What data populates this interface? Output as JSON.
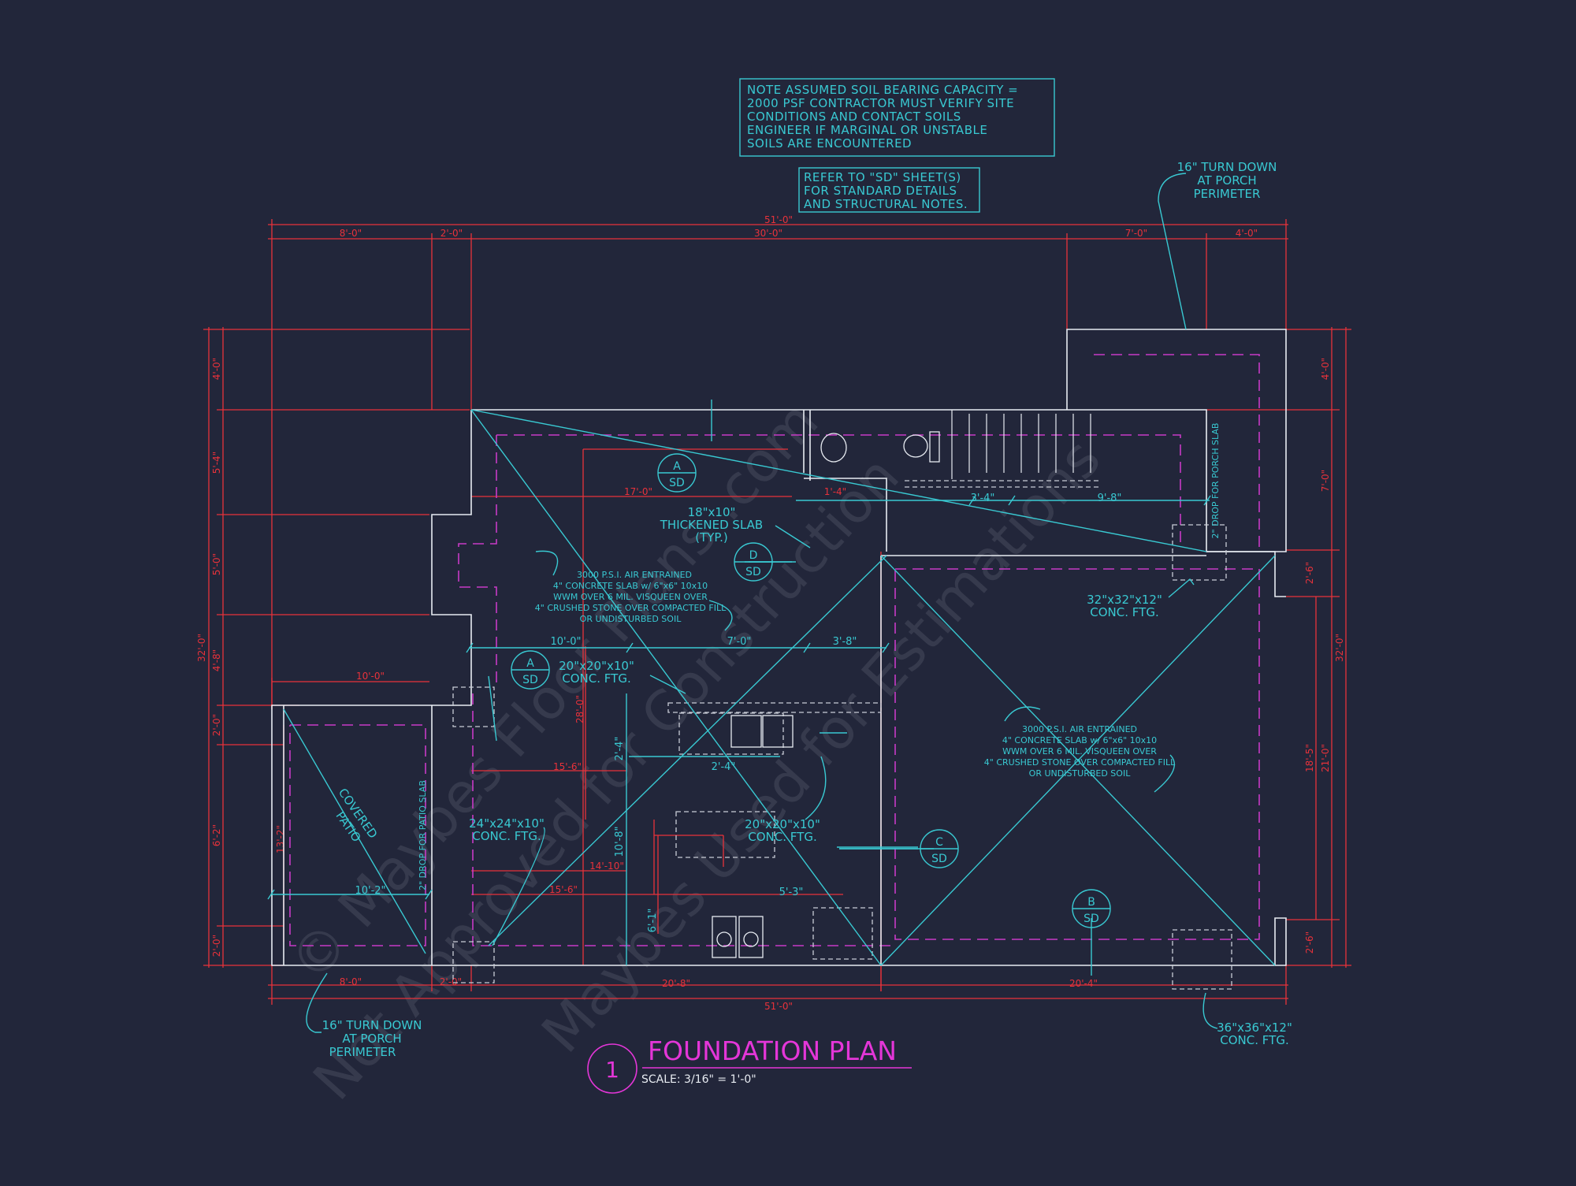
{
  "notes": {
    "soil": [
      "NOTE ASSUMED SOIL BEARING CAPACITY =",
      "2000 PSF CONTRACTOR MUST VERIFY SITE",
      "CONDITIONS AND CONTACT SOILS",
      "ENGINEER IF MARGINAL OR UNSTABLE",
      "SOILS ARE ENCOUNTERED"
    ],
    "refer": [
      "REFER TO \"SD\" SHEET(S)",
      "FOR STANDARD DETAILS",
      "AND STRUCTURAL NOTES."
    ]
  },
  "callouts": {
    "turn_down_top": [
      "16\" TURN DOWN",
      "AT PORCH",
      "PERIMETER"
    ],
    "turn_down_bottom": [
      "16\" TURN DOWN",
      "AT PORCH",
      "PERIMETER"
    ],
    "thickened_slab": [
      "18\"x10\"",
      "THICKENED SLAB",
      "(TYP.)"
    ],
    "slab_left": [
      "3000 P.S.I. AIR ENTRAINED",
      "4\" CONCRETE SLAB w/ 6\"x6\" 10x10",
      "WWM OVER 6 MIL. VISQUEEN OVER",
      "4\" CRUSHED STONE OVER COMPACTED FILL",
      "OR UNDISTURBED SOIL"
    ],
    "slab_right": [
      "3000 P.S.I. AIR ENTRAINED",
      "4\" CONCRETE SLAB w/ 6\"x6\" 10x10",
      "WWM OVER 6 MIL. VISQUEEN OVER",
      "4\" CRUSHED STONE OVER COMPACTED FILL",
      "OR UNDISTURBED SOIL"
    ],
    "ftg_32": [
      "32\"x32\"x12\"",
      "CONC. FTG."
    ],
    "ftg_20a": [
      "20\"x20\"x10\"",
      "CONC. FTG."
    ],
    "ftg_24": [
      "24\"x24\"x10\"",
      "CONC. FTG."
    ],
    "ftg_20b": [
      "20\"x20\"x10\"",
      "CONC. FTG."
    ],
    "ftg_36": [
      "36\"x36\"x12\"",
      "CONC. FTG."
    ],
    "drop_porch": "2\" DROP FOR PORCH SLAB",
    "drop_patio": "2\" DROP FOR PATIO SLAB",
    "covered_patio": [
      "COVERED",
      "PATIO"
    ]
  },
  "tags": [
    {
      "letter": "A",
      "sheet": "SD"
    },
    {
      "letter": "D",
      "sheet": "SD"
    },
    {
      "letter": "A",
      "sheet": "SD"
    },
    {
      "letter": "C",
      "sheet": "SD"
    },
    {
      "letter": "B",
      "sheet": "SD"
    }
  ],
  "dims": {
    "overall_top": "51'-0\"",
    "top_segments": [
      "8'-0\"",
      "2'-0\"",
      "30'-0\"",
      "7'-0\"",
      "4'-0\""
    ],
    "overall_bottom": "51'-0\"",
    "bottom_segments": [
      "8'-0\"",
      "2'-0\"",
      "20'-8\"",
      "20'-4\""
    ],
    "left_overall": "32'-0\"",
    "left_segments": [
      "4'-0\"",
      "5'-4\"",
      "5'-0\"",
      "4'-8\"",
      "2'-0\"",
      "6'-2\"",
      "2'-0\""
    ],
    "right_overall": "32'-0\"",
    "right_segments": [
      "4'-0\"",
      "7'-0\"",
      "2'-6\"",
      "18'-5\"",
      "2'-6\""
    ],
    "right_sub": "21'-0\"",
    "interior": {
      "d_17": "17'-0\"",
      "d_34": "3'-4\"",
      "d_98": "9'-8\"",
      "d_100": "10'-0\"",
      "d_7": "7'-0\"",
      "d_38": "3'-8\"",
      "d_10left": "10'-0\"",
      "d_28": "28'-0\"",
      "d_24": "2'-4\"",
      "d_156": "15'-6\"",
      "d_214": "2'-4\"",
      "d_108": "10'-8\"",
      "d_1410": "14'-10\"",
      "d_156b": "15'-6\"",
      "d_53": "5'-3\"",
      "d_61": "6'-1\"",
      "d_102": "10'-2\"",
      "d_132": "13'-2\"",
      "d_14": "1'-4\""
    }
  },
  "title": {
    "number": "1",
    "text": "FOUNDATION PLAN",
    "scale": "SCALE: 3/16\" = 1'-0\""
  },
  "watermark": [
    "© Maybes Floor Plans .com",
    "Not Approved for Construction",
    "Maybes Used for Estimations"
  ],
  "colors": {
    "background": "#22263a",
    "outline": "#e8ecf2",
    "dimension": "#e8323a",
    "annotation": "#39c9d2",
    "hidden_footing": "#c83ac6",
    "title": "#e436d8"
  }
}
